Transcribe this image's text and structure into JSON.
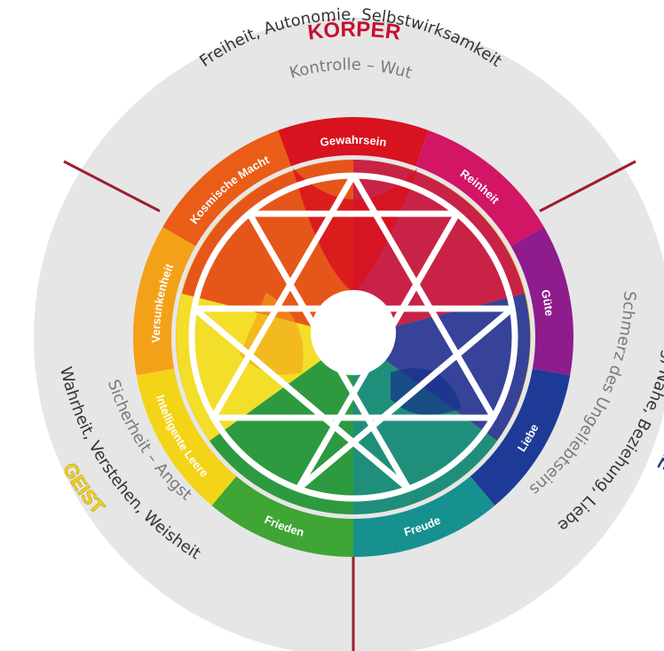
{
  "koerper": {
    "title": "KÖRPER",
    "line1": "Freiheit, Autonomie, Selbstwirksamkeit",
    "line2": "Kontrolle – Wut"
  },
  "gefuehle": {
    "title": "GEFÜHLE",
    "line1": "Bindung, Nähe, Beziehung, Liebe",
    "line2": "Schmerz des Ungeliebtseins"
  },
  "geist": {
    "title": "GEIST",
    "line1": "Wahrheit, Verstehen, Weisheit",
    "line2": "Sicherheit – Angst"
  },
  "ring_segments": [
    {
      "label": "Gewahrsein",
      "color": "#d8121e"
    },
    {
      "label": "Reinheit",
      "color": "#d21565"
    },
    {
      "label": "Güte",
      "color": "#8e1c8c"
    },
    {
      "label": "Liebe",
      "color": "#1d3b96"
    },
    {
      "label": "Freude",
      "color": "#16918f"
    },
    {
      "label": "Frieden",
      "color": "#3fa535"
    },
    {
      "label": "Intelligente Leere",
      "color": "#f3d417"
    },
    {
      "label": "Versunkenheit",
      "color": "#f4a11a"
    },
    {
      "label": "Kosmische Macht",
      "color": "#e95d17"
    }
  ],
  "colors": {
    "outer_disc": "#e6e6e7",
    "divider": "#9c1f2e",
    "star_lines": "#ffffff"
  }
}
